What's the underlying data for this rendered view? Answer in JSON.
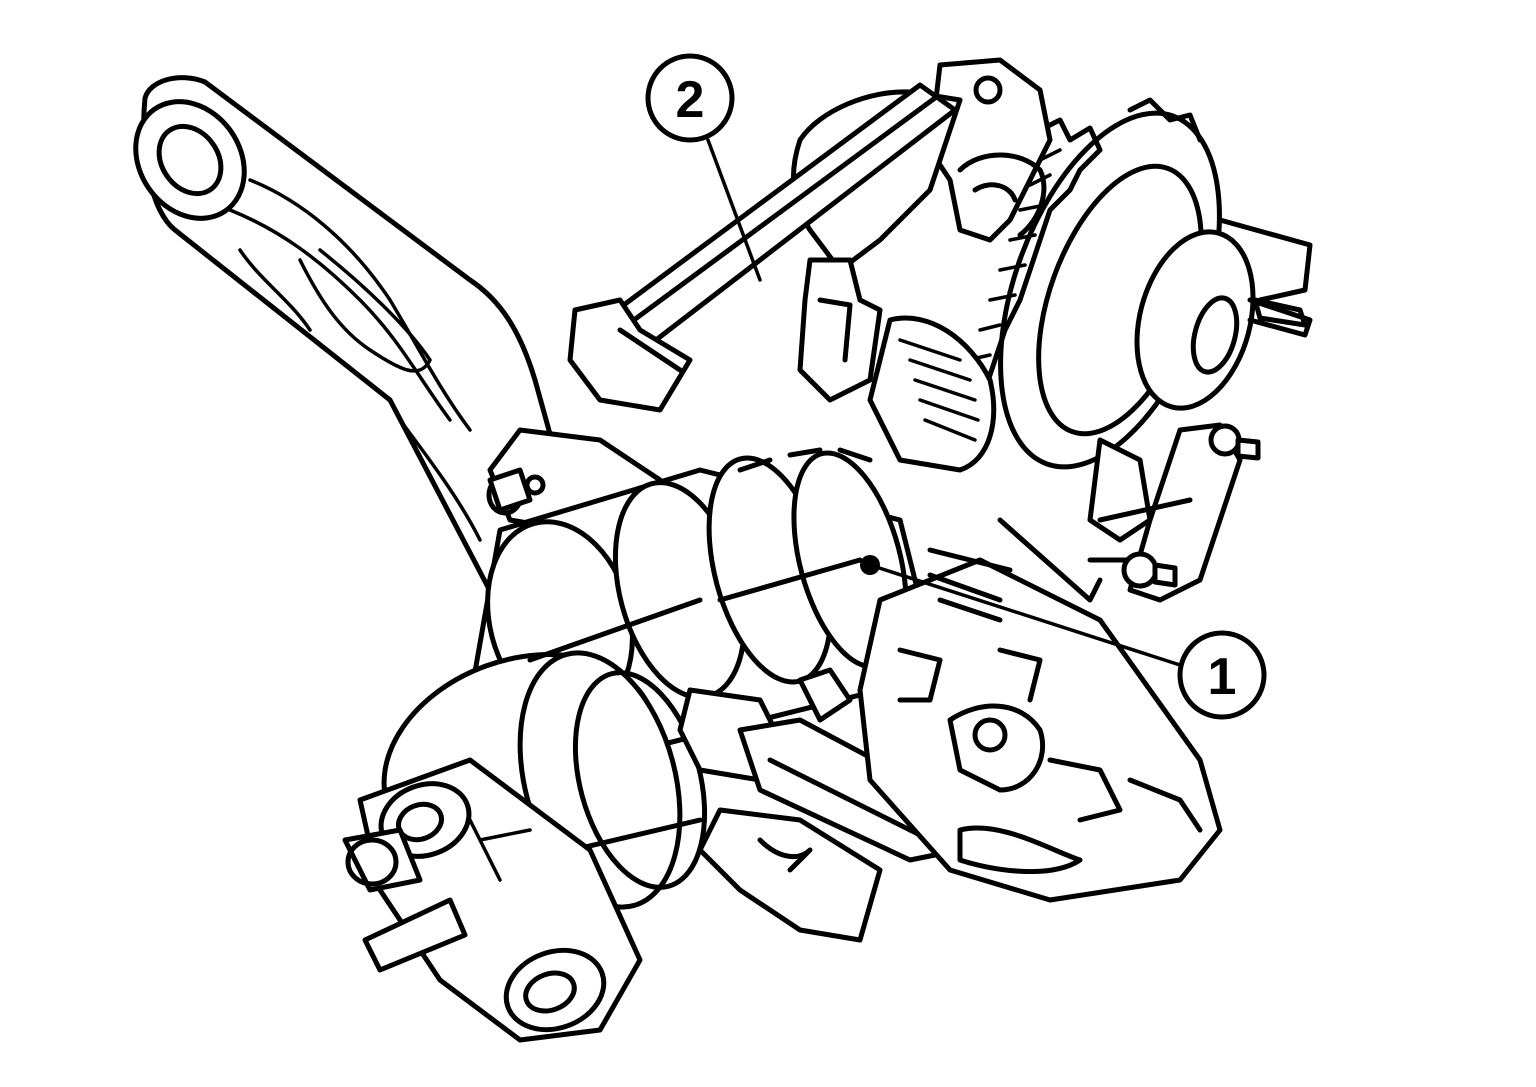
{
  "callouts": [
    {
      "label": "1",
      "part": "gear-assembly"
    },
    {
      "label": "2",
      "part": "shift-rod"
    }
  ],
  "colors": {
    "line": "#000000",
    "background": "#ffffff"
  }
}
